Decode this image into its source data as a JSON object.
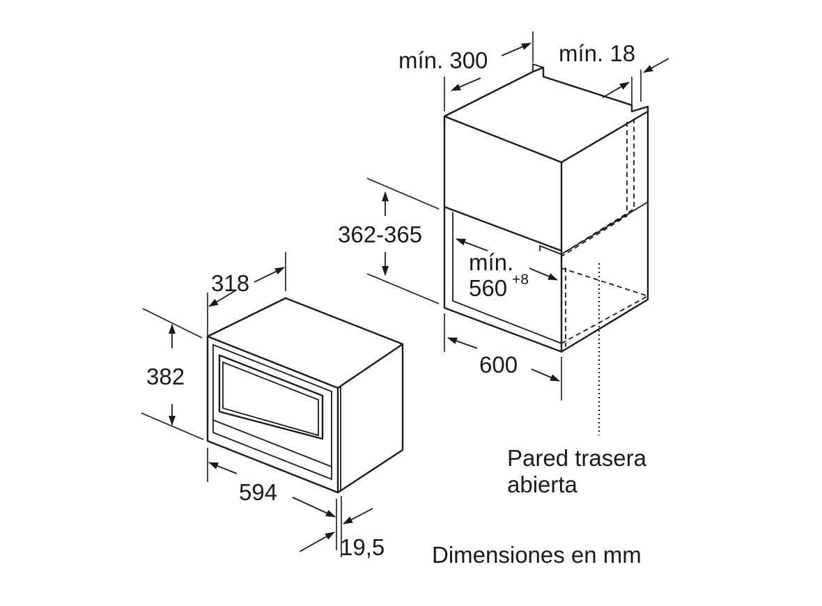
{
  "dimensions": {
    "appliance_depth": "318",
    "appliance_height": "382",
    "appliance_width": "594",
    "front_panel_depth": "19,5",
    "niche_height": "362-365",
    "niche_depth_min": "mín. 300",
    "side_clearance_min": "mín. 18",
    "niche_width": "600",
    "niche_inner_min_label": "mín.",
    "niche_inner_min_value": "560",
    "niche_inner_min_tolerance": "+8"
  },
  "annotations": {
    "rear_wall_line1": "Pared trasera",
    "rear_wall_line2": "abierta",
    "units_note": "Dimensiones en mm"
  }
}
